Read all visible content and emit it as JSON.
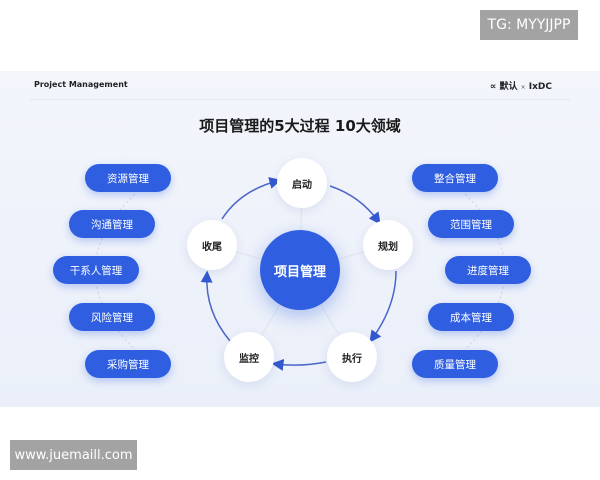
{
  "watermarks": {
    "top": "TG: MYYJJPP",
    "bottom": "www.juemaill.com"
  },
  "slide": {
    "header": "Project Management",
    "logo": {
      "left": "∝ 默认",
      "separator": "×",
      "right": "IxDC"
    },
    "title": "项目管理的5大过程 10大领域",
    "center": "项目管理",
    "processes": [
      "启动",
      "规划",
      "执行",
      "监控",
      "收尾"
    ],
    "left_domains": [
      "资源管理",
      "沟通管理",
      "干系人管理",
      "风险管理",
      "采购管理"
    ],
    "right_domains": [
      "整合管理",
      "范围管理",
      "进度管理",
      "成本管理",
      "质量管理"
    ],
    "accent": "#2f5fe0"
  }
}
